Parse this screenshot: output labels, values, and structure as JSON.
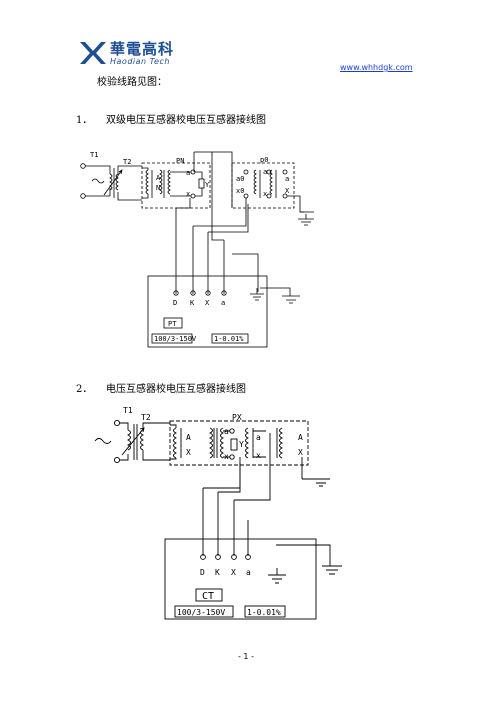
{
  "header": {
    "logo_cn": "華電高科",
    "logo_en": "Haodian Tech",
    "website": "www.whhdgk.com"
  },
  "intro": "校验线路见图：",
  "section1": {
    "number": "1．",
    "title": "双级电压互感器校电压互感器接线图",
    "labels": {
      "t1": "T1",
      "t2": "T2",
      "pn": "PN",
      "p0": "p0",
      "a1": "A",
      "n1": "N",
      "sa": "a",
      "sx": "x",
      "y": "Y",
      "a0": "a0",
      "x0": "x0",
      "a2": "a",
      "x2": "x",
      "a3": "a",
      "x3": "X",
      "term_d": "D",
      "term_k": "K",
      "term_x": "X",
      "term_a": "a"
    },
    "instrument": {
      "name": "PT",
      "range": "100/3-150V",
      "class": "1-0.01%"
    }
  },
  "section2": {
    "number": "2．",
    "title": "电压互感器校电压互感器接线图",
    "labels": {
      "t1": "T1",
      "t2": "T2",
      "px": "PX",
      "a1": "A",
      "x1": "X",
      "sa": "a",
      "sx": "x",
      "y": "Y",
      "a2": "a",
      "x2": "x",
      "a3": "A",
      "x3": "X",
      "term_d": "D",
      "term_k": "K",
      "term_x": "X",
      "term_a": "a"
    },
    "instrument": {
      "name": "CT",
      "range": "100/3-150V",
      "class": "1-0.01%"
    }
  },
  "footer": {
    "page": "- 1 -"
  }
}
